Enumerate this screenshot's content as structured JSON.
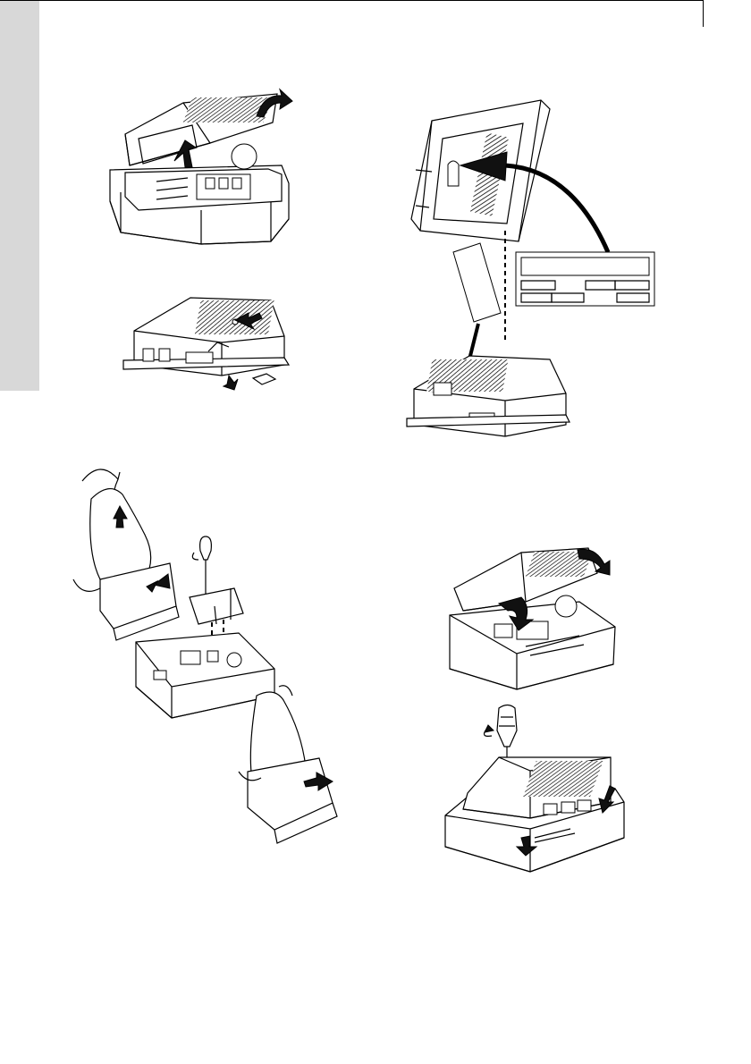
{
  "page": {
    "background": "#ffffff",
    "side_tab_color": "#d8d8d8",
    "ink_color": "#000000"
  },
  "figures": [
    {
      "id": "open-cover",
      "icon": "open-lid-illustration"
    },
    {
      "id": "closed-module-release",
      "icon": "module-release-illustration"
    },
    {
      "id": "install-card",
      "icon": "card-install-illustration"
    },
    {
      "id": "label-transfer",
      "icon": "label-transfer-illustration"
    },
    {
      "id": "close-cover",
      "icon": "close-lid-illustration"
    },
    {
      "id": "screw-tighten",
      "icon": "screw-tighten-illustration"
    }
  ]
}
